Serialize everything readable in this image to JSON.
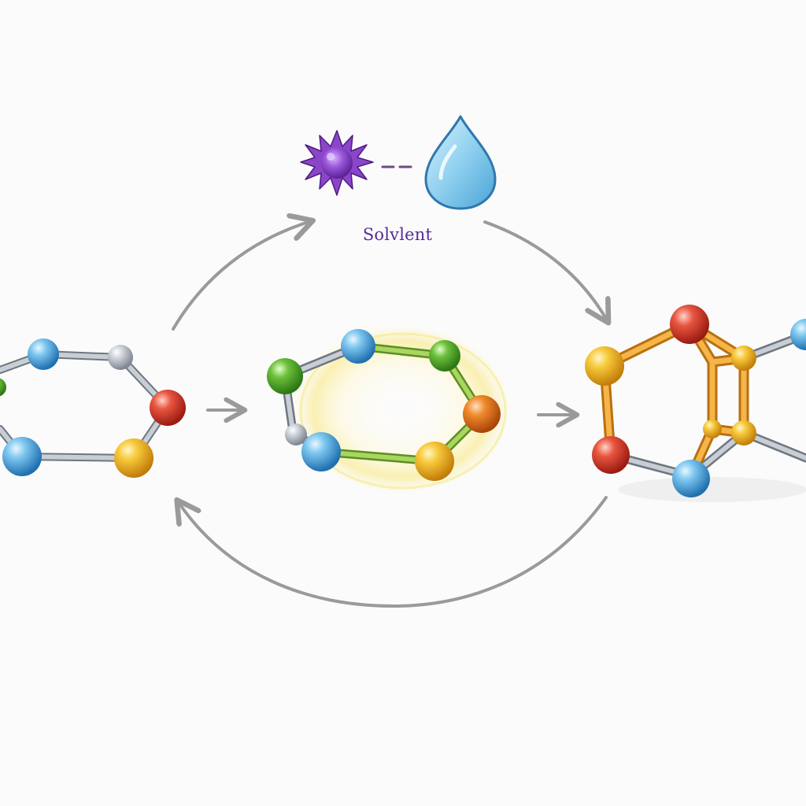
{
  "labels": {
    "solvent": "Solvlent"
  },
  "icons": {
    "reagent": "purple-spiky-particle-icon",
    "solvent": "water-drop-icon"
  },
  "colors": {
    "background": "#fbfbfb",
    "arrow": "#9a9a9a",
    "label": "#5a2a9a",
    "reagent": "#8a45c9",
    "drop": "#8fd0ef",
    "bond_gray": "#a7adb5",
    "bond_green": "#8bbf3f",
    "bond_orange": "#f0a22a",
    "atom_blue": "#3e9bd6",
    "atom_red": "#d33a2a",
    "atom_yellow": "#f2b51f",
    "atom_green": "#4fa52e",
    "atom_orange": "#e9751f",
    "atom_gray": "#b6bcc4",
    "glow": "#fbf1a8"
  },
  "molecules": [
    {
      "name": "starting-ring",
      "atoms": [
        "blue",
        "gray",
        "red",
        "yellow",
        "blue",
        "green"
      ]
    },
    {
      "name": "solvated-ring",
      "atoms": [
        "blue",
        "green",
        "orange",
        "yellow",
        "blue",
        "gray",
        "green"
      ]
    },
    {
      "name": "product-bicyclic",
      "atoms": [
        "red",
        "yellow",
        "red",
        "blue",
        "blue",
        "yellow",
        "yellow"
      ]
    }
  ]
}
